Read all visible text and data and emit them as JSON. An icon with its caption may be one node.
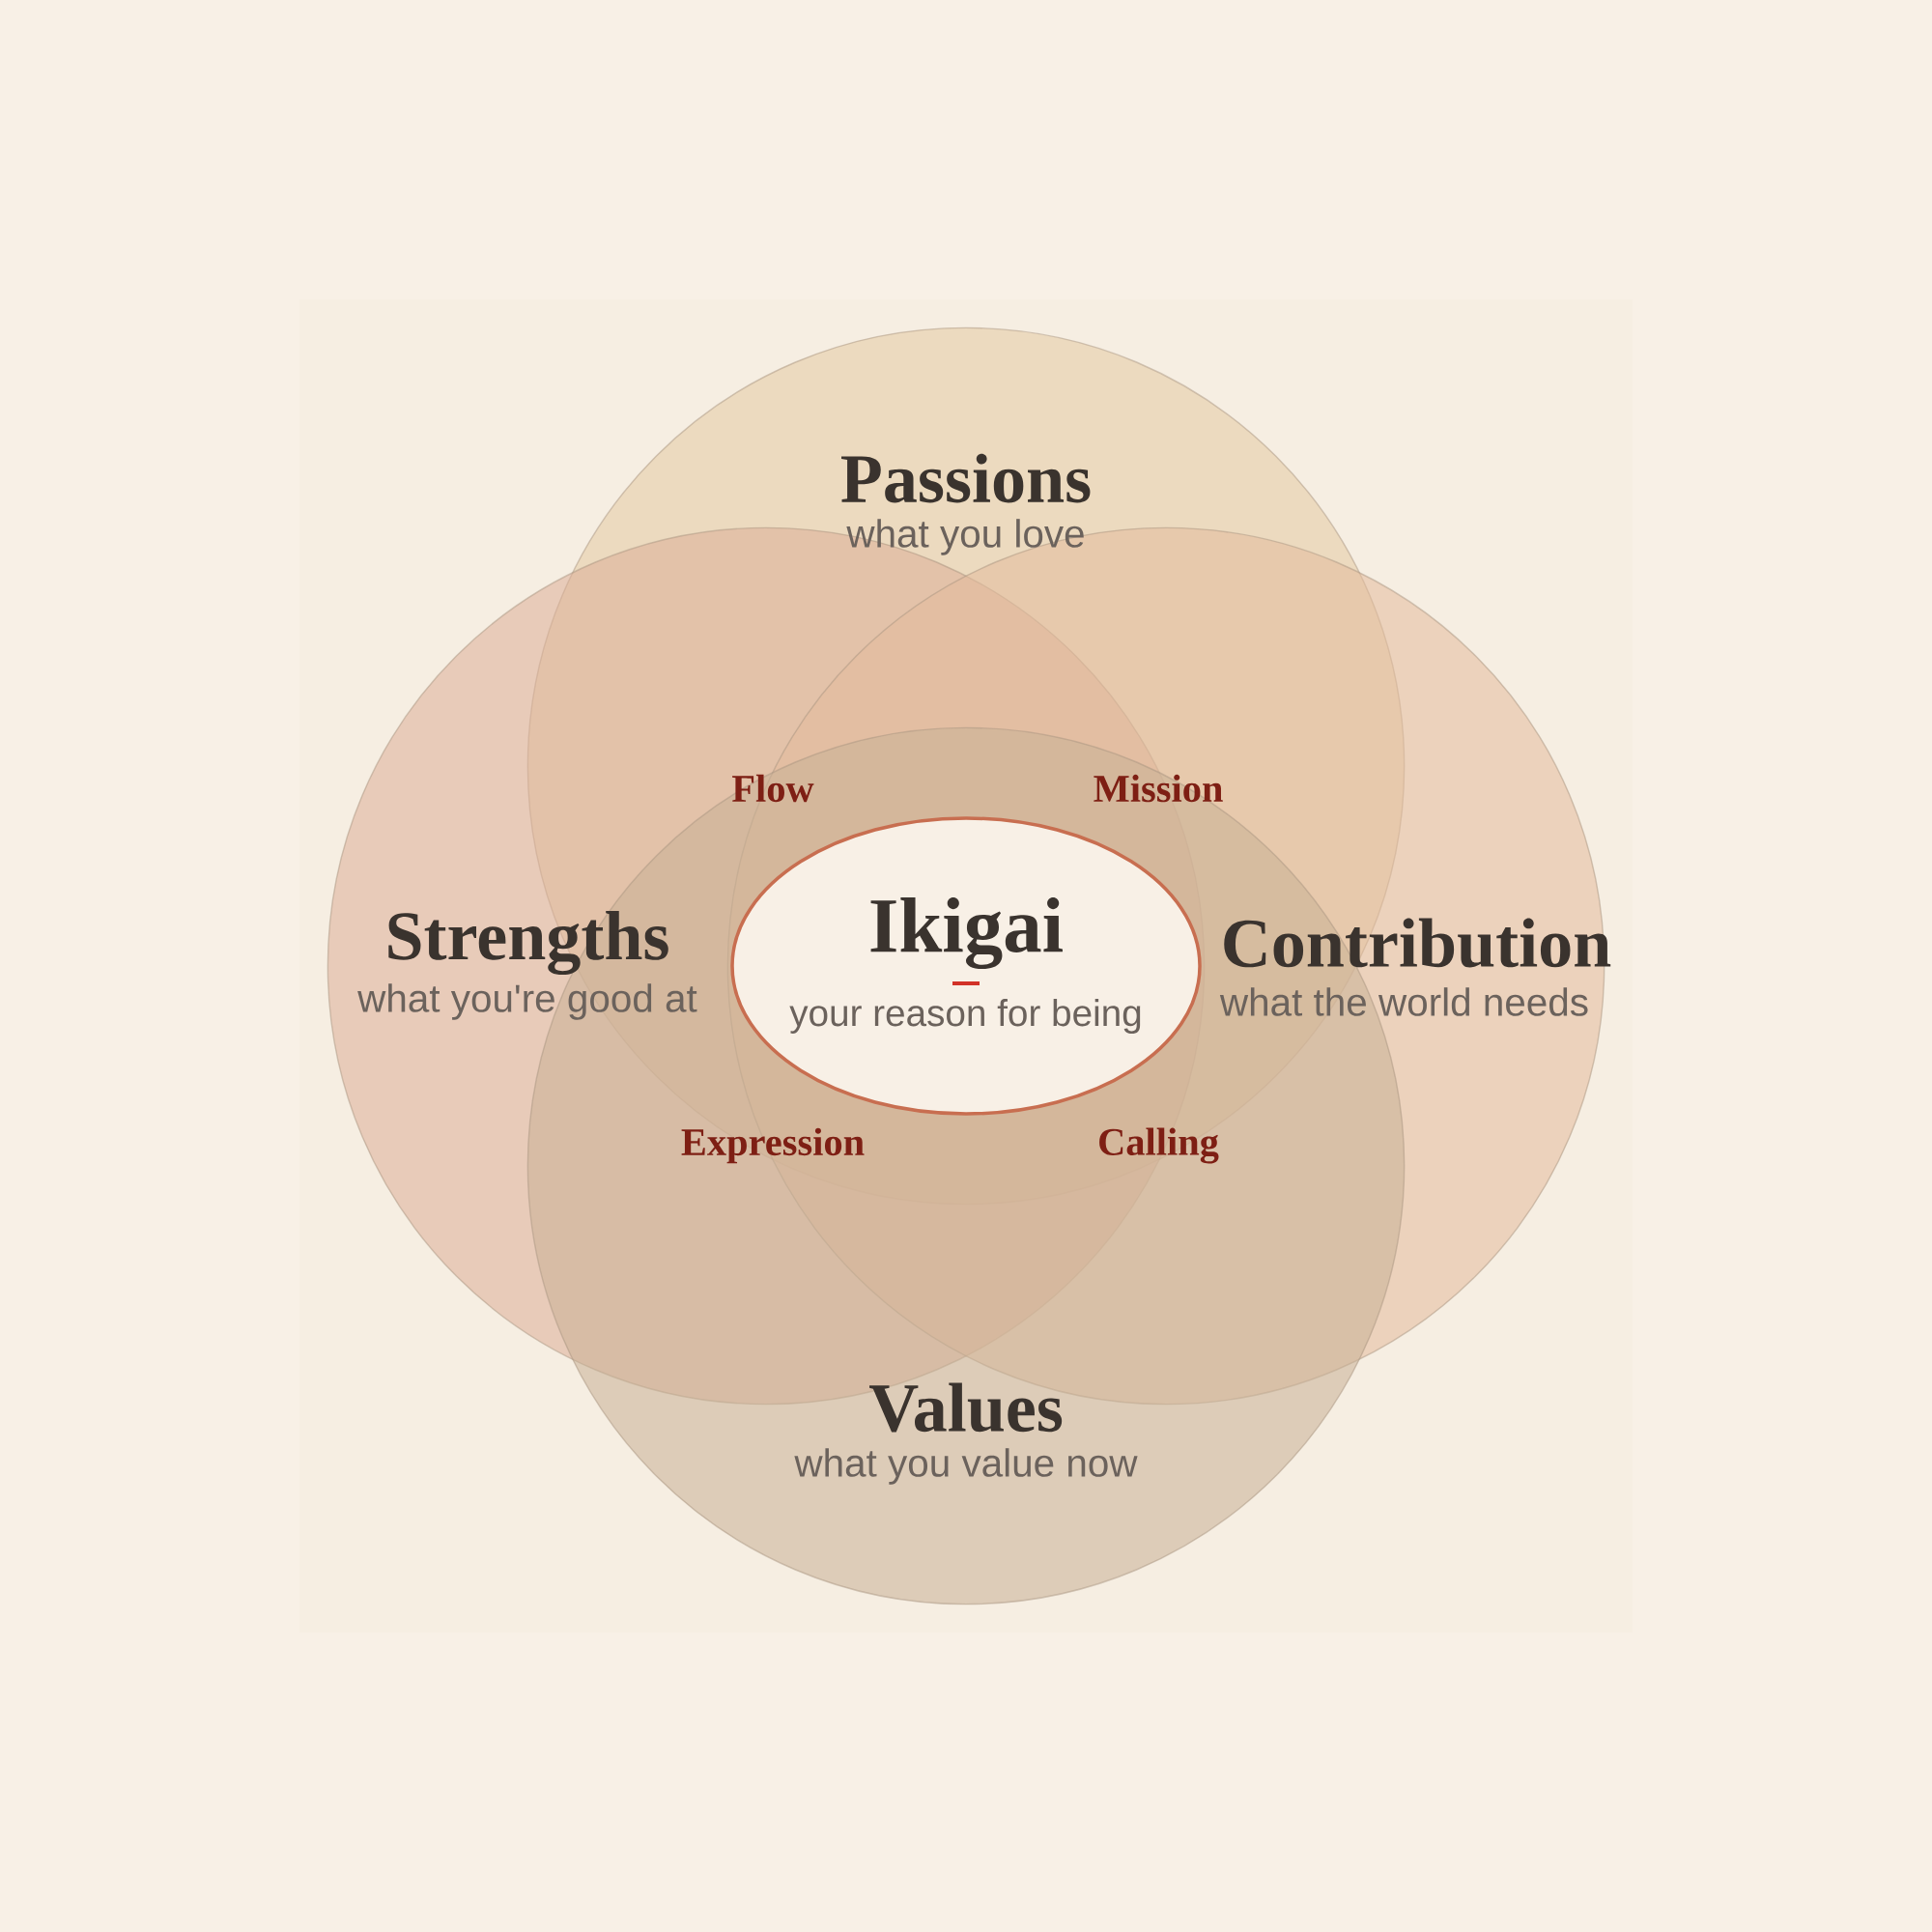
{
  "diagram": {
    "nodes": [
      {
        "text": [
          "Passions",
          "what you love"
        ]
      },
      {
        "text": [
          "Strengths",
          "what you're good at"
        ]
      },
      {
        "text": [
          "Contribution",
          "what the world needs"
        ]
      },
      {
        "text": [
          "Values",
          "what you value now"
        ]
      },
      {
        "text": [
          "Ikigai",
          "your reason for being"
        ]
      }
    ],
    "labels": [
      "Flow",
      "Mission",
      "Expression",
      "Calling"
    ]
  }
}
